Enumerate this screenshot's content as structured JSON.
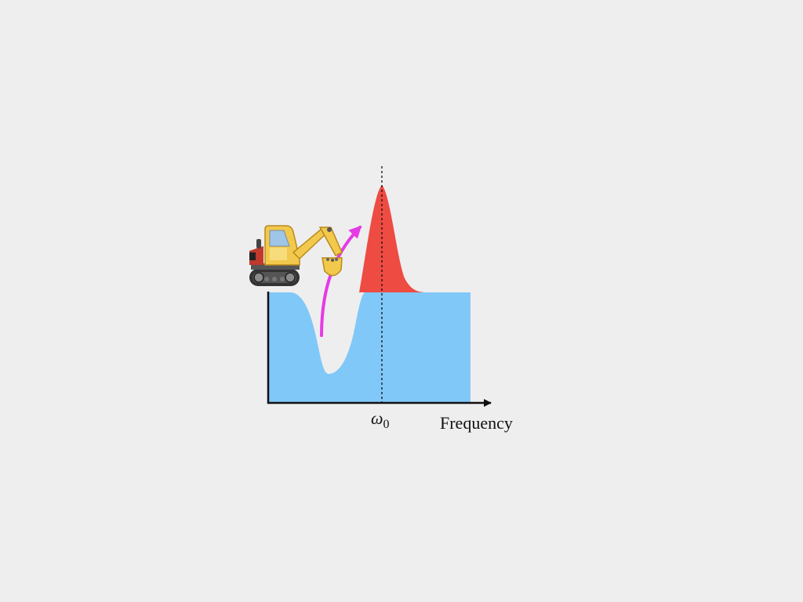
{
  "diagram": {
    "x_axis_label": "Frequency",
    "resonance_symbol": "ω",
    "resonance_subscript": "0"
  },
  "colors": {
    "background": "#eeeeee",
    "baseline_fill": "#80c8f8",
    "peak_fill": "#ee4b43",
    "axis": "#111111",
    "arrow": "#e63ae6",
    "excavator_body": "#f2c94c",
    "excavator_track": "#333333"
  },
  "icons": {
    "excavator": "excavator-icon",
    "arrow": "curved-arrow-icon"
  }
}
